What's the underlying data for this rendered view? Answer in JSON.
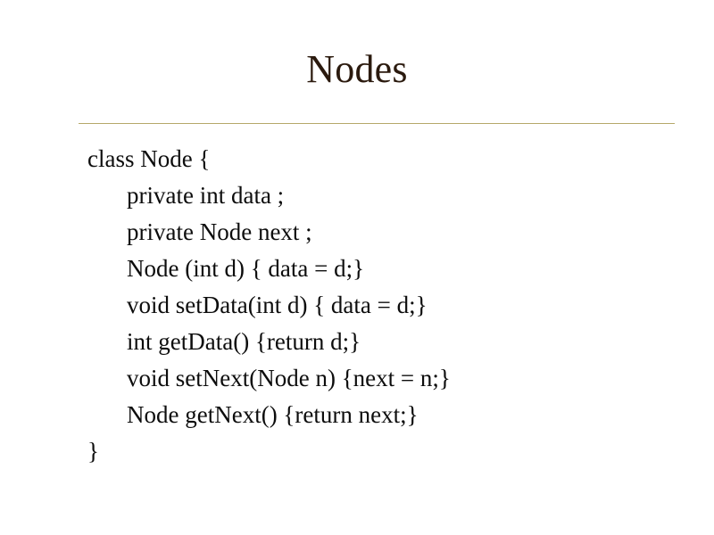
{
  "slide": {
    "title": "Nodes",
    "divider_color": "#b5a86a",
    "title_color": "#2b1a0e",
    "body_color": "#0d0d0d",
    "background_color": "#ffffff",
    "code_lines": [
      {
        "text": "class Node {",
        "indent": 0
      },
      {
        "text": "private int data ;",
        "indent": 1
      },
      {
        "text": "private Node next ;",
        "indent": 1
      },
      {
        "text": "Node (int d) { data = d;}",
        "indent": 1
      },
      {
        "text": "void setData(int d) { data = d;}",
        "indent": 1
      },
      {
        "text": "int getData() {return d;}",
        "indent": 1
      },
      {
        "text": "void setNext(Node n) {next = n;}",
        "indent": 1
      },
      {
        "text": "Node getNext() {return next;}",
        "indent": 1
      },
      {
        "text": "}",
        "indent": 0
      }
    ]
  }
}
